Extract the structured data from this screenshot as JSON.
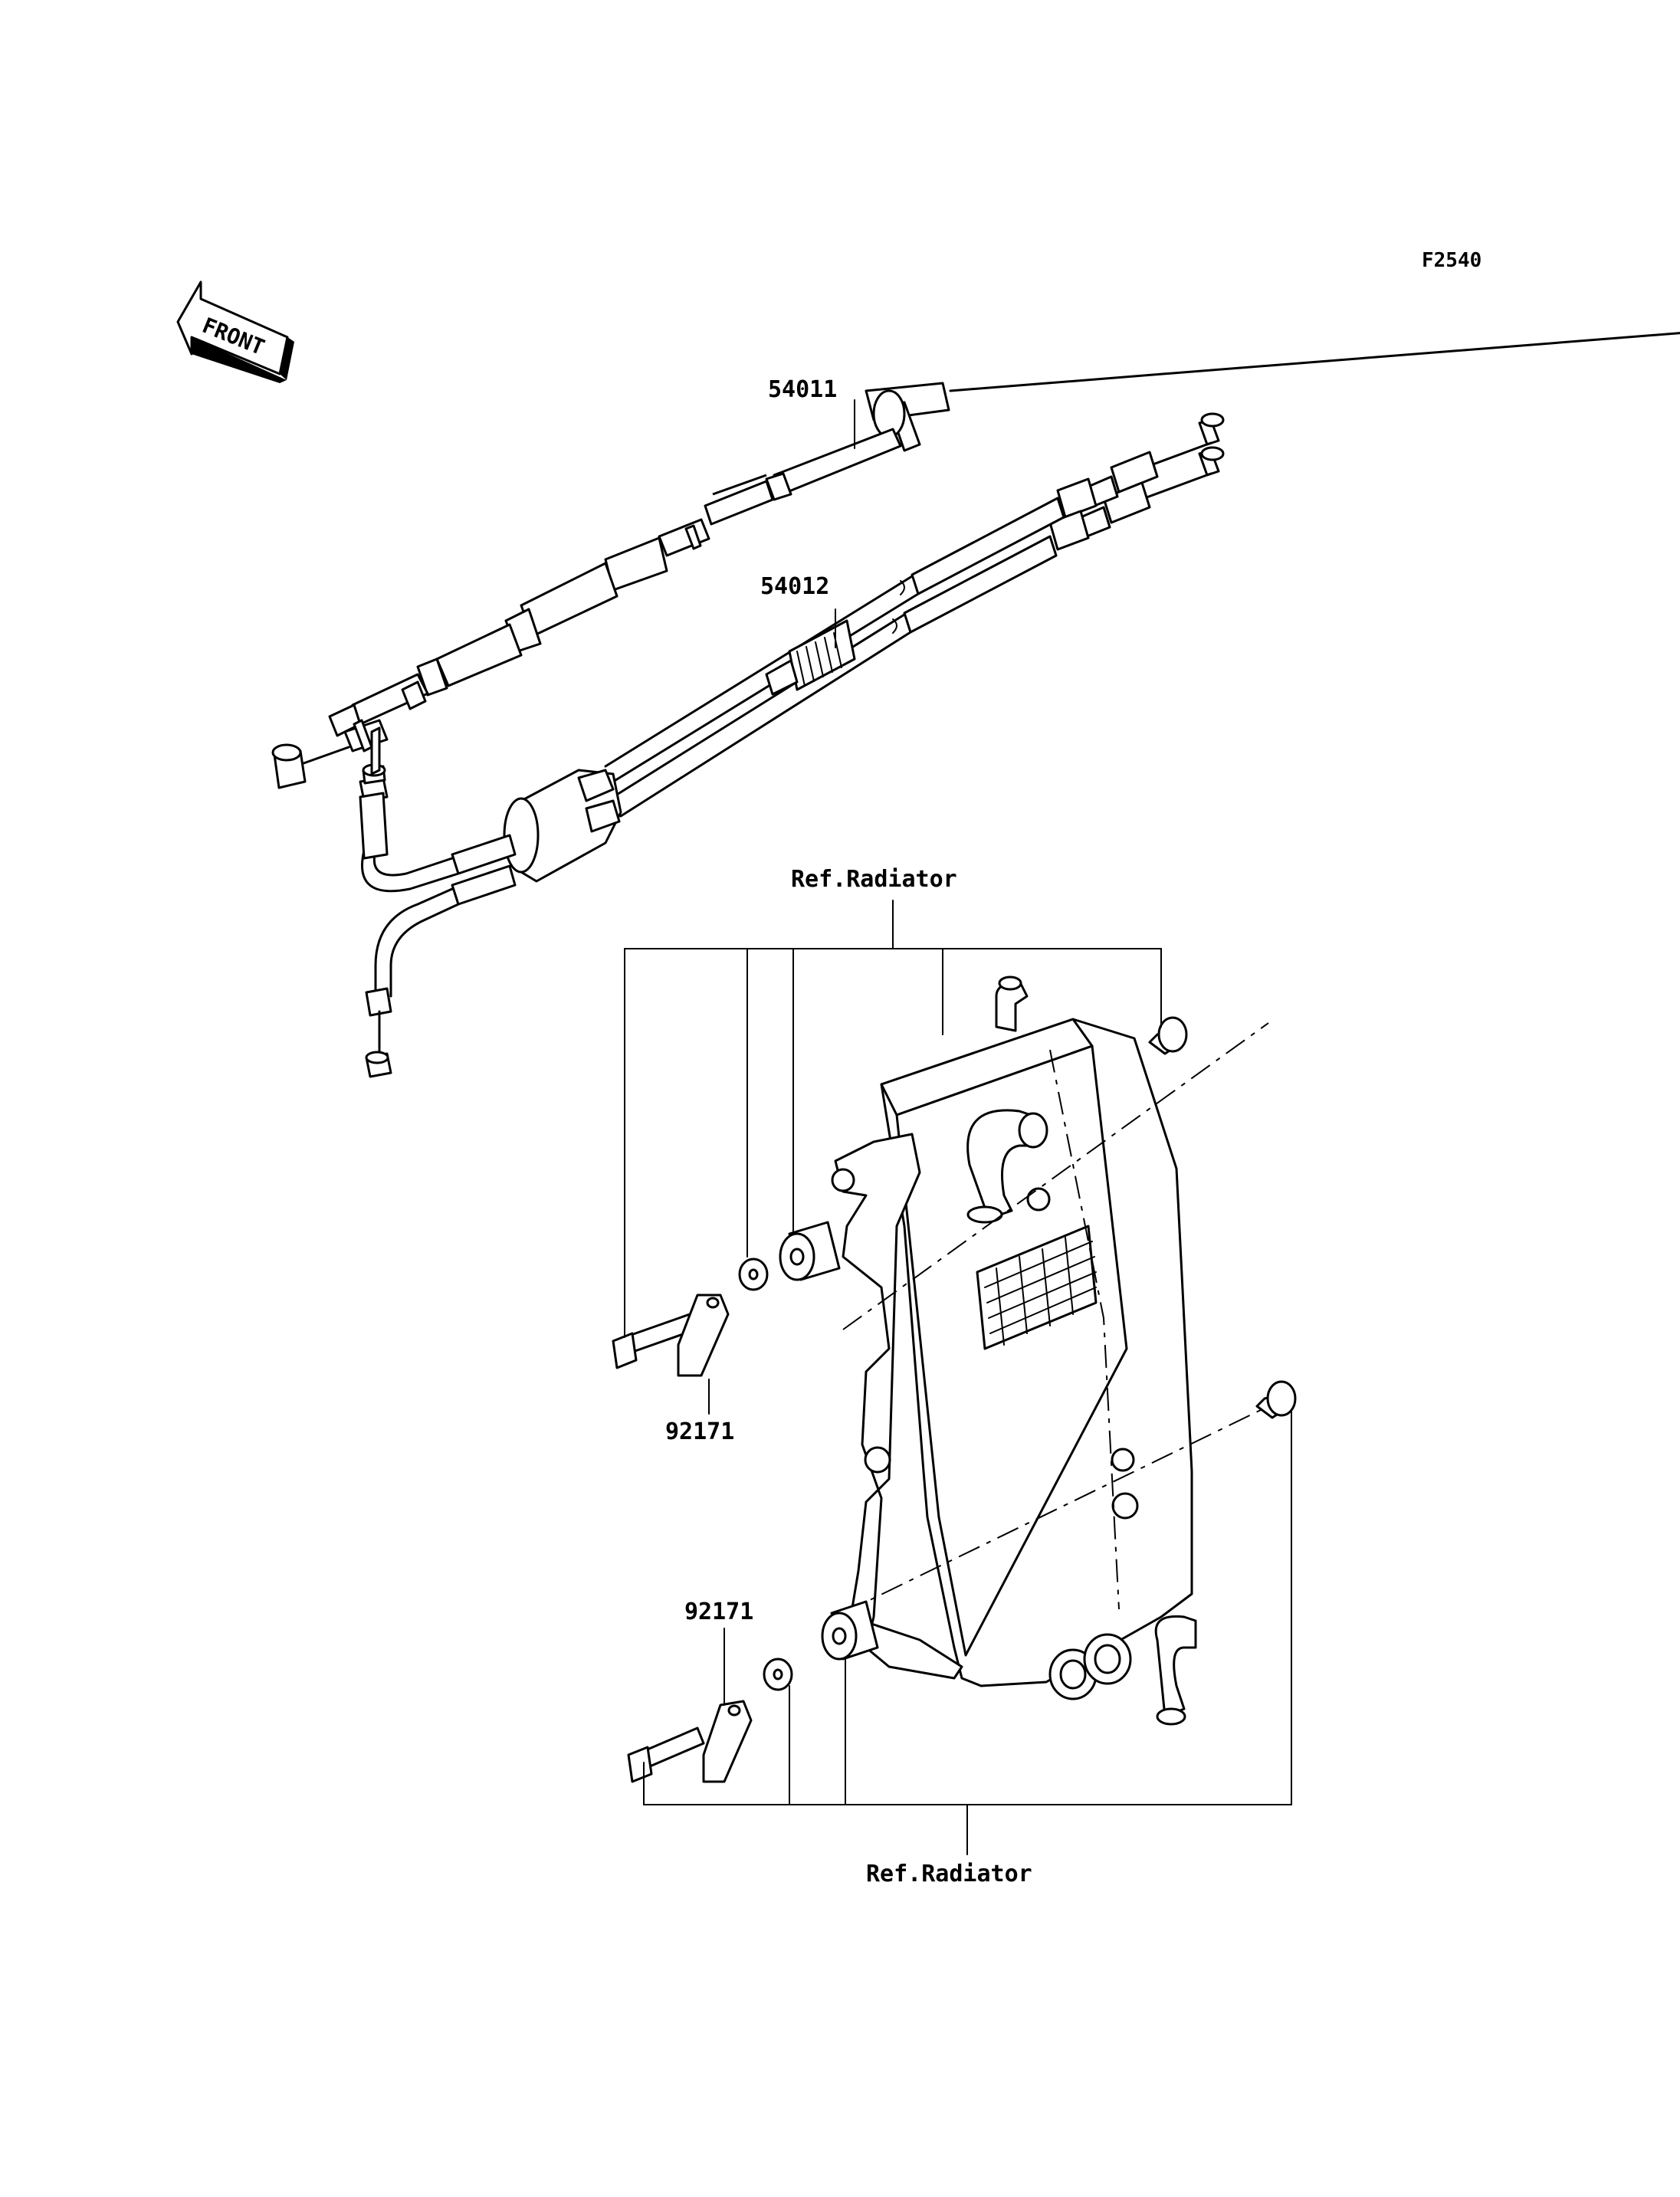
{
  "figure_code": "F2540",
  "front_arrow_text": "FRONT",
  "callouts": {
    "cable_top": "54011",
    "cable_pair": "54012",
    "clamp_upper": "92171",
    "clamp_lower": "92171",
    "ref_top": "Ref.Radiator",
    "ref_bottom": "Ref.Radiator"
  }
}
